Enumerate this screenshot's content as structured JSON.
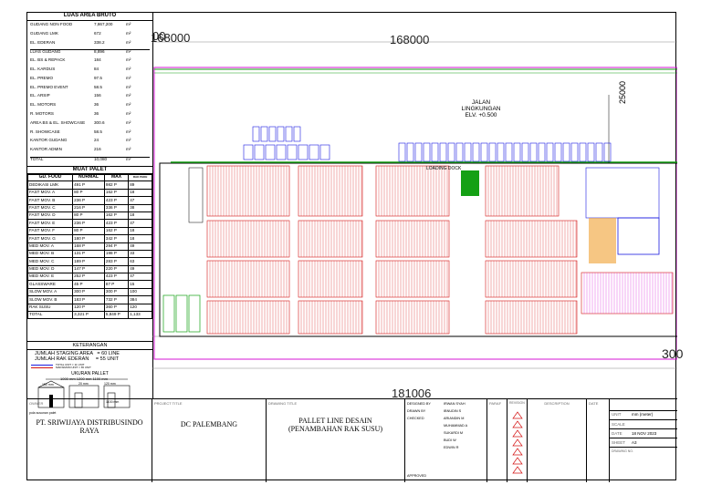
{
  "luas": {
    "title": "LUAS AREA BRUTO",
    "rows": [
      {
        "k": "GUDANG NON FOOD",
        "v": "7,867,200",
        "u": "m²"
      },
      {
        "k": "GUDANG LMK",
        "v": "672",
        "u": "m²"
      },
      {
        "k": "EL. EDERAN",
        "v": "338.2",
        "u": "m²"
      },
      {
        "k": "LUAS GUDANG",
        "v": "8,896",
        "u": "m²"
      },
      {
        "k": "EL. BS & REPACK",
        "v": "184",
        "u": "m²"
      },
      {
        "k": "EL. KARDUS",
        "v": "84",
        "u": "m²"
      },
      {
        "k": "EL. PREMO",
        "v": "97.5",
        "u": "m²"
      },
      {
        "k": "EL. PREMO EVENT",
        "v": "58.5",
        "u": "m²"
      },
      {
        "k": "EL. ARSIP",
        "v": "156",
        "u": "m²"
      },
      {
        "k": "EL. MOTORS",
        "v": "36",
        "u": "m²"
      },
      {
        "k": "R. MOTORS",
        "v": "36",
        "u": "m²"
      },
      {
        "k": "AREA BS & EL. SHOWCASE",
        "v": "300.6",
        "u": "m²"
      },
      {
        "k": "R. SHOWCASE",
        "v": "58.5",
        "u": "m²"
      },
      {
        "k": "KANTOR GUDANG",
        "v": "24",
        "u": "m²"
      },
      {
        "k": "KANTOR ADMIN",
        "v": "216",
        "u": "m²"
      },
      {
        "k": "TOTAL",
        "v": "10,080",
        "u": "m²"
      }
    ]
  },
  "muat": {
    "title": "MUAT PALET",
    "headers": [
      "GD. FOOD",
      "NORMAL",
      "MAX",
      "RAK PAKE"
    ],
    "rows": [
      [
        "DEDIKASI LMK",
        "491 P",
        "982 P",
        "89"
      ],
      [
        "FAST MOV. A",
        "80 P",
        "162 P",
        "18"
      ],
      [
        "FAST MOV. B",
        "236 P",
        "423 P",
        "47"
      ],
      [
        "FAST MOV. C",
        "216 P",
        "336 P",
        "38"
      ],
      [
        "FAST MOV. D",
        "80 P",
        "162 P",
        "18"
      ],
      [
        "FAST MOV. E",
        "236 P",
        "423 P",
        "47"
      ],
      [
        "FAST MOV. F",
        "80 P",
        "162 P",
        "18"
      ],
      [
        "FAST MOV. G",
        "180 P",
        "342 P",
        "18"
      ],
      [
        "MED MOV. A",
        "168 P",
        "294 P",
        "49"
      ],
      [
        "MED MOV. B",
        "131 P",
        "198 P",
        "33"
      ],
      [
        "MED MOV. C",
        "189 P",
        "283 P",
        "63"
      ],
      [
        "MED MOV. D",
        "147 P",
        "220 P",
        "49"
      ],
      [
        "MED MOV. E",
        "252 P",
        "423 P",
        "47"
      ],
      [
        "GLASSWARE",
        "45 P",
        "87 P",
        "15"
      ],
      [
        "SLOW MOV. A",
        "300 P",
        "300 P",
        "100"
      ],
      [
        "SLOW MOV. B",
        "183 P",
        "732 P",
        "384"
      ],
      [
        "RAK SUSU",
        "120 P",
        "360 P",
        "120"
      ],
      [
        "TOTAL",
        "3,321 P",
        "5,849 P",
        "1,133"
      ]
    ]
  },
  "keterangan": {
    "title": "KETERANGAN",
    "l1": "JUMLAH STAGING AREA   = 60 LINE",
    "l2": "JUMLAH RAK EDERAN     = 55 UNIT",
    "leg1": "TOTAL UNIT = 11 UNIT",
    "leg2": "MAKSIMUM UNIT = 65 UNIT",
    "ukuran": "UKURAN PALLET",
    "dims": "1000 mm  1200 mm  1100 mm",
    "d1": "20 mm",
    "d2": "120 mm",
    "d3": "1100 mm",
    "d4": "150 mm",
    "foot": "pola susunan palet"
  },
  "plan": {
    "top_dim": "168000",
    "top_left": "00",
    "bottom_dim": "181006",
    "right_dim": "300",
    "vert_dim": "25000",
    "road1": "JALAN LINGKUNGAN",
    "road2": "ELV. +0.500",
    "dock": "LOADING DOCK"
  },
  "title_block": {
    "owner_h": "OWNER",
    "owner": "PT. SRIWIJAYA DISTRIBUSINDO RAYA",
    "project_h": "PROJECT TITLE",
    "project": "DC PALEMBANG",
    "drawing_h": "DRAWING TITLE",
    "drawing1": "PALLET LINE DESAIN",
    "drawing2": "(PENAMBAHAN RAK SUSU)",
    "designed_h": "DESIGNED BY",
    "drawn_h": "DRAWN BY",
    "checked_h": "CHECKED",
    "approved_h": "APPROVED",
    "names": [
      "IRWAN SYAH",
      "IBNUDIN S",
      "ARIANDIN M",
      "MUHAMMAD A",
      "SUKARDI M",
      "BUDI W",
      "EDWIN R"
    ],
    "paraf_h": "PARAF",
    "revision_h": "REVISION",
    "desc_h": "DESCRIPTION",
    "date_h": "DATE",
    "unit_h": "UNIT",
    "unit": "mm (meter)",
    "scale_h": "SCALE",
    "date_h2": "DATE",
    "date": "18 NOV 2023",
    "sheet_h": "SHEET",
    "sheet": "A3",
    "drawing_no_h": "DRAWING NO."
  },
  "colors": {
    "red": "#d41414",
    "green": "#14a014",
    "blue": "#1a1ae0",
    "magenta": "#d414d4",
    "black": "#000000"
  }
}
